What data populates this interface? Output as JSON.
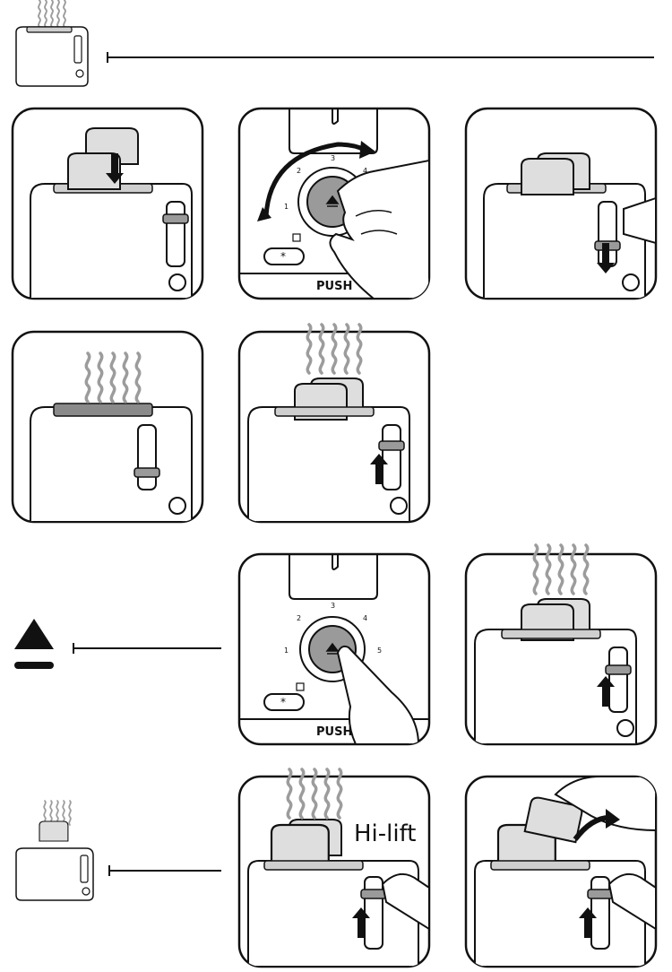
{
  "control_panel": {
    "push_label": "PUSH",
    "snowflake_icon": "*",
    "dial_numbers": [
      "1",
      "2",
      "3",
      "4",
      "5"
    ]
  },
  "hilift_label": "Hi-lift",
  "icons": {
    "toaster": "toaster-icon",
    "eject": "eject-icon",
    "steam": "steam-icon",
    "hand": "hand-icon",
    "arrow": "arrow-icon"
  },
  "colors": {
    "line": "#111111",
    "toast": "#dedede",
    "toast_dark": "#8a8a8a",
    "knob": "#9a9a9a",
    "steam": "#9c9c9c"
  }
}
